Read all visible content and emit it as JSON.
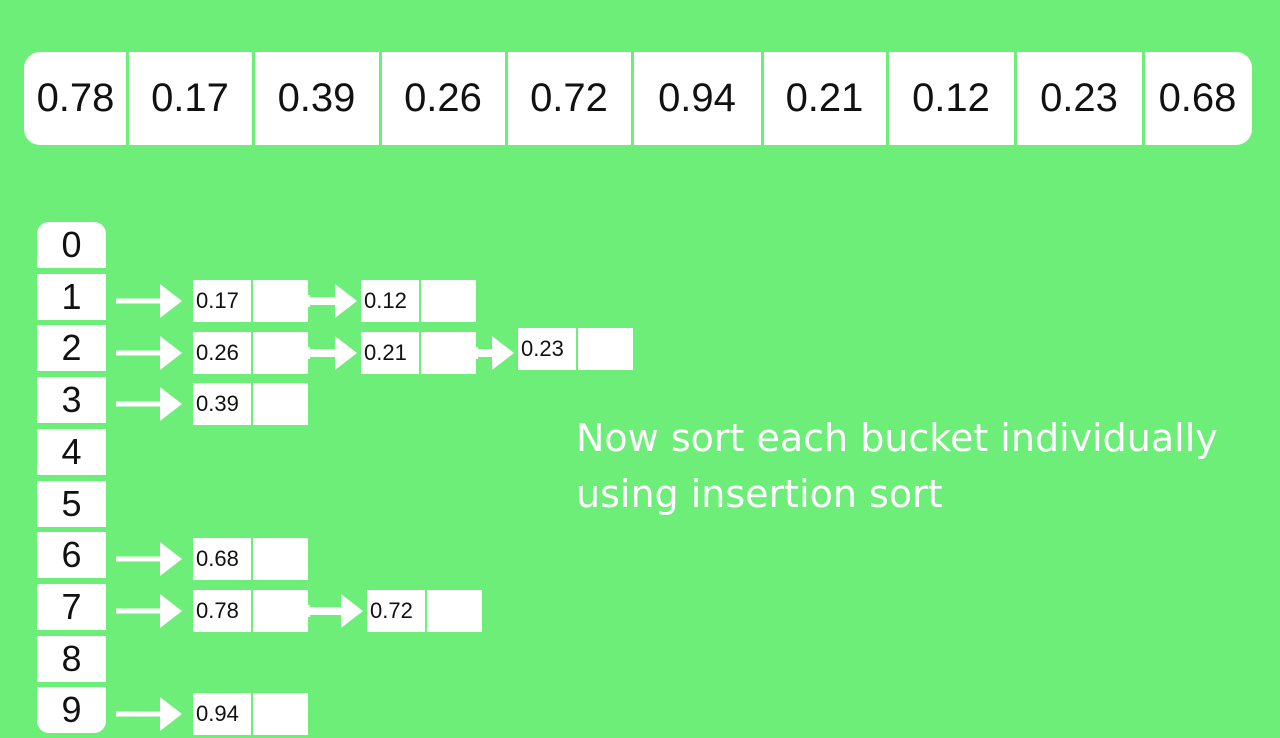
{
  "input_array": [
    "0.78",
    "0.17",
    "0.39",
    "0.26",
    "0.72",
    "0.94",
    "0.21",
    "0.12",
    "0.23",
    "0.68"
  ],
  "buckets": [
    {
      "index": "0",
      "nodes": []
    },
    {
      "index": "1",
      "nodes": [
        "0.17",
        "0.12"
      ]
    },
    {
      "index": "2",
      "nodes": [
        "0.26",
        "0.21",
        "0.23"
      ]
    },
    {
      "index": "3",
      "nodes": [
        "0.39"
      ]
    },
    {
      "index": "4",
      "nodes": []
    },
    {
      "index": "5",
      "nodes": []
    },
    {
      "index": "6",
      "nodes": [
        "0.68"
      ]
    },
    {
      "index": "7",
      "nodes": [
        "0.78",
        "0.72"
      ]
    },
    {
      "index": "8",
      "nodes": []
    },
    {
      "index": "9",
      "nodes": [
        "0.94"
      ]
    }
  ],
  "caption": {
    "line1": "Now sort each bucket individually",
    "line2": "using insertion sort"
  },
  "colors": {
    "background": "#6cee78",
    "box": "#ffffff",
    "text": "#111111",
    "caption": "#ffffff"
  }
}
